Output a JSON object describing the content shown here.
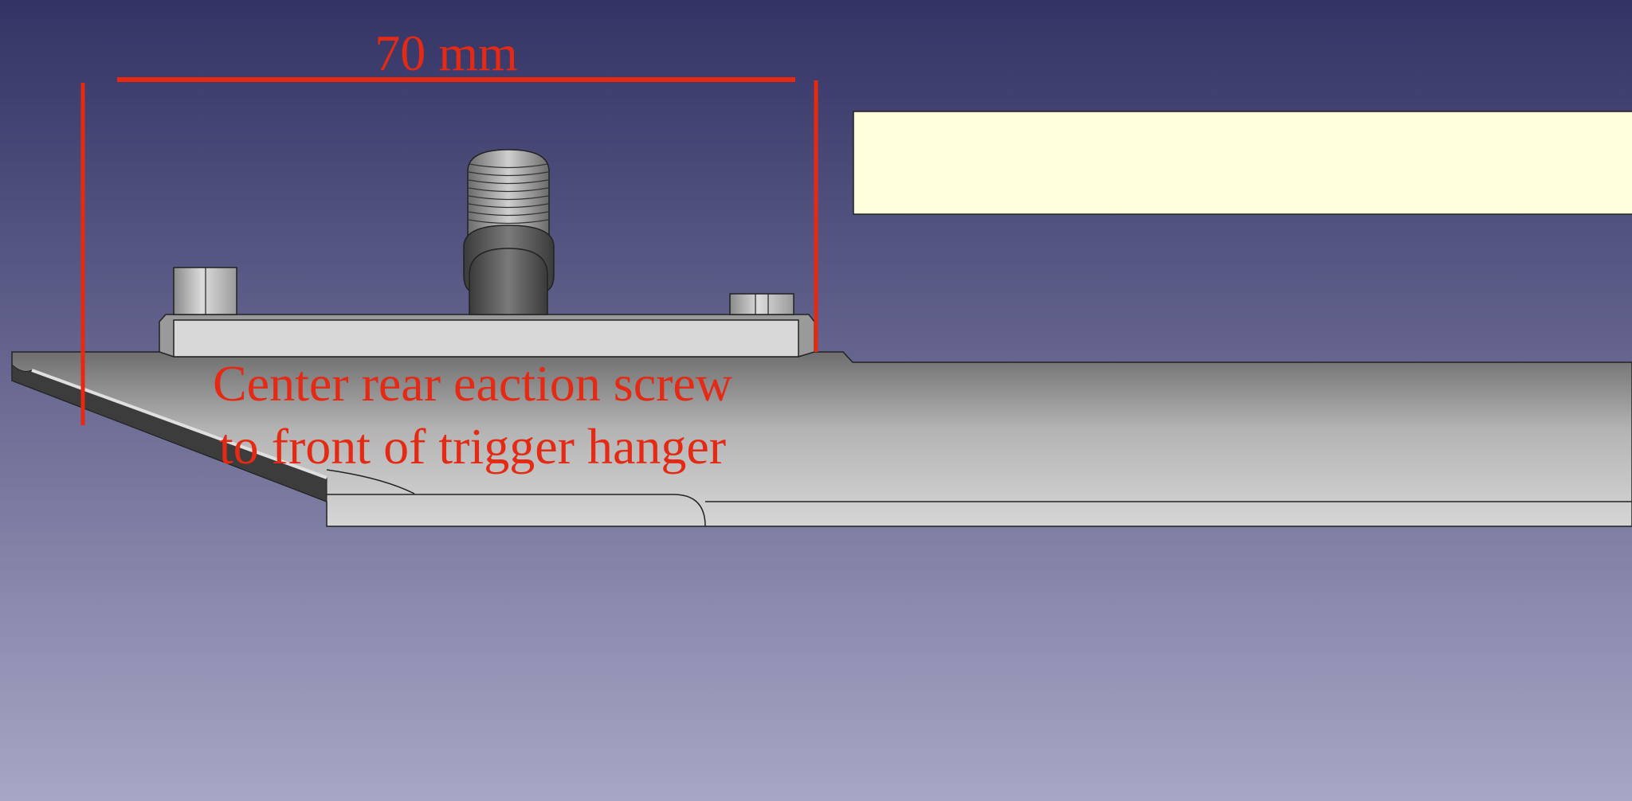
{
  "view": {
    "dimension_label": "70 mm",
    "note_line_1": "Center rear eaction screw",
    "note_line_2": "to front of trigger hanger"
  },
  "colors": {
    "annotation": "#e42a14",
    "info_box": "#ffffdc",
    "background_top": "#333365",
    "background_bottom": "#a6a6c6"
  }
}
